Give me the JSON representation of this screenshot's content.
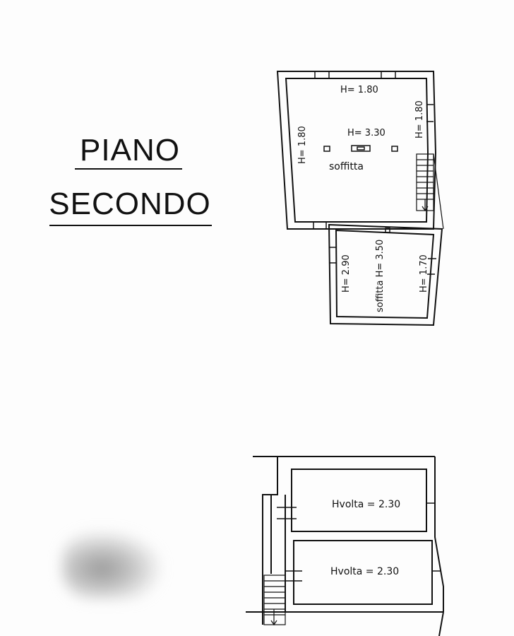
{
  "title": {
    "line1": "PIANO",
    "line2": "SECONDO"
  },
  "upper_plan": {
    "room_top": {
      "h_top": "H= 1.80",
      "h_left": "H= 1.80",
      "h_right": "H= 1.80",
      "h_center": "H= 3.30",
      "name": "soffitta"
    },
    "room_bottom": {
      "h_left": "H= 2.90",
      "name_vertical": "soffitta H= 3.50",
      "h_right": "H= 1.70"
    }
  },
  "lower_plan": {
    "room_upper": "Hvolta = 2.30",
    "room_lower": "Hvolta = 2.30"
  },
  "colors": {
    "ink": "#111111",
    "paper": "#fdfdfd"
  }
}
